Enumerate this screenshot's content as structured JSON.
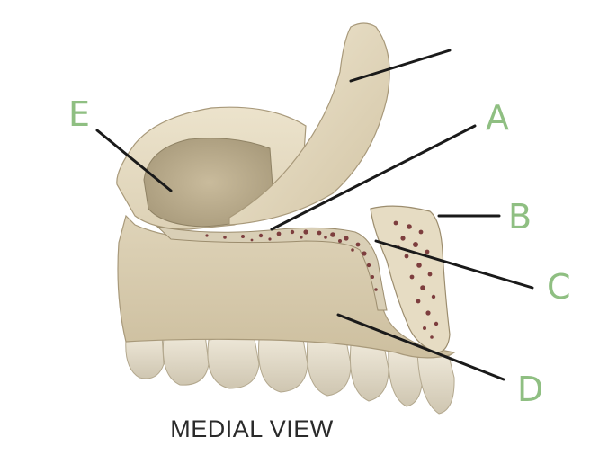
{
  "labels": {
    "e": "E",
    "a": "A",
    "b": "B",
    "c": "C",
    "d": "D"
  },
  "caption": "MEDIAL VIEW",
  "colors": {
    "label": "#8fbf82",
    "bone": "#e3d8bf",
    "bone_shadow": "#b7aa8c",
    "marrow": "#8a4a4a",
    "leader": "#1a1a1a"
  }
}
